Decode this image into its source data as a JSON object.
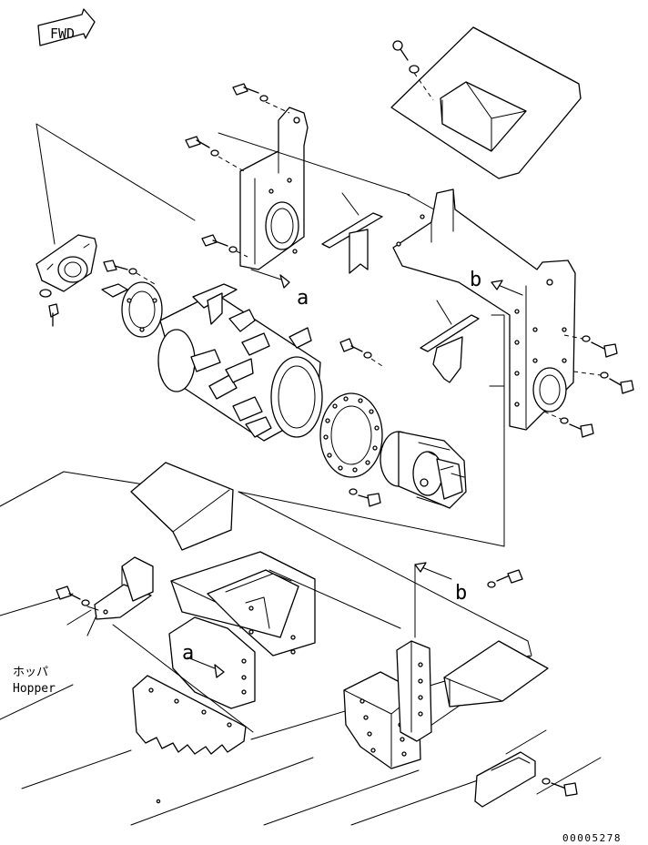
{
  "forward_marker": "FWD",
  "callouts": {
    "a_top": "a",
    "a_bottom": "a",
    "b_top": "b",
    "b_bottom": "b"
  },
  "hopper_label": {
    "japanese": "ホッパ",
    "english": "Hopper"
  },
  "drawing_number": "00005278"
}
